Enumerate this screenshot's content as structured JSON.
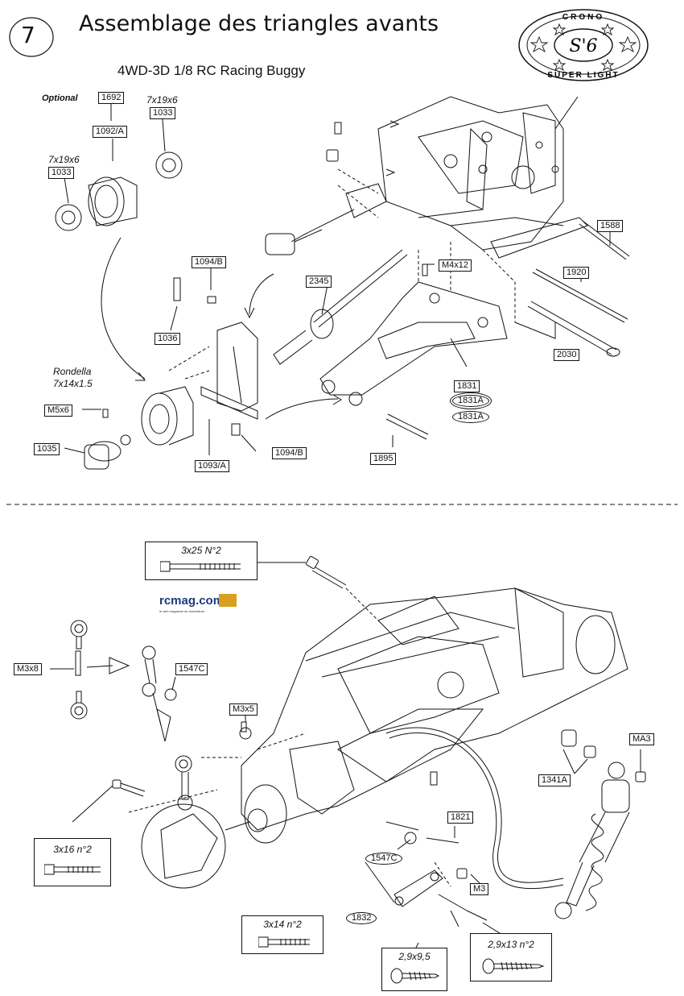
{
  "header": {
    "step_number": "7",
    "title": "Assemblage des triangles avants",
    "subtitle": "4WD-3D 1/8 RC Racing Buggy"
  },
  "badge": {
    "top_text": "CRONO",
    "center_text": "S'6",
    "bottom_text": "SUPER LIGHT"
  },
  "watermark": {
    "brand": "rcmag.com",
    "tagline": "le web magazine du modelisme"
  },
  "top_section": {
    "optional_label": "Optional",
    "rondella_label": "Rondella",
    "rondella_size": "7x14x1.5",
    "bearing_size_left": "7x19x6",
    "bearing_size_right": "7x19x6",
    "parts": [
      "1692",
      "1092/A",
      "1033",
      "1033",
      "1094/B",
      "1036",
      "2345",
      "M4x12",
      "1588",
      "1920",
      "2030",
      "1831",
      "1831A",
      "1831A",
      "M5x6",
      "1035",
      "1093/A",
      "1094/B",
      "1895"
    ]
  },
  "bottom_section": {
    "parts": [
      "M3x8",
      "1547C",
      "M3x5",
      "1341A",
      "MA3",
      "1821",
      "1547C",
      "M3",
      "1832"
    ],
    "screws": {
      "top": "3x25 N°2",
      "left": "3x16 n°2",
      "center": "3x14 n°2",
      "small": "2,9x9,5",
      "right": "2,9x13 n°2"
    }
  }
}
